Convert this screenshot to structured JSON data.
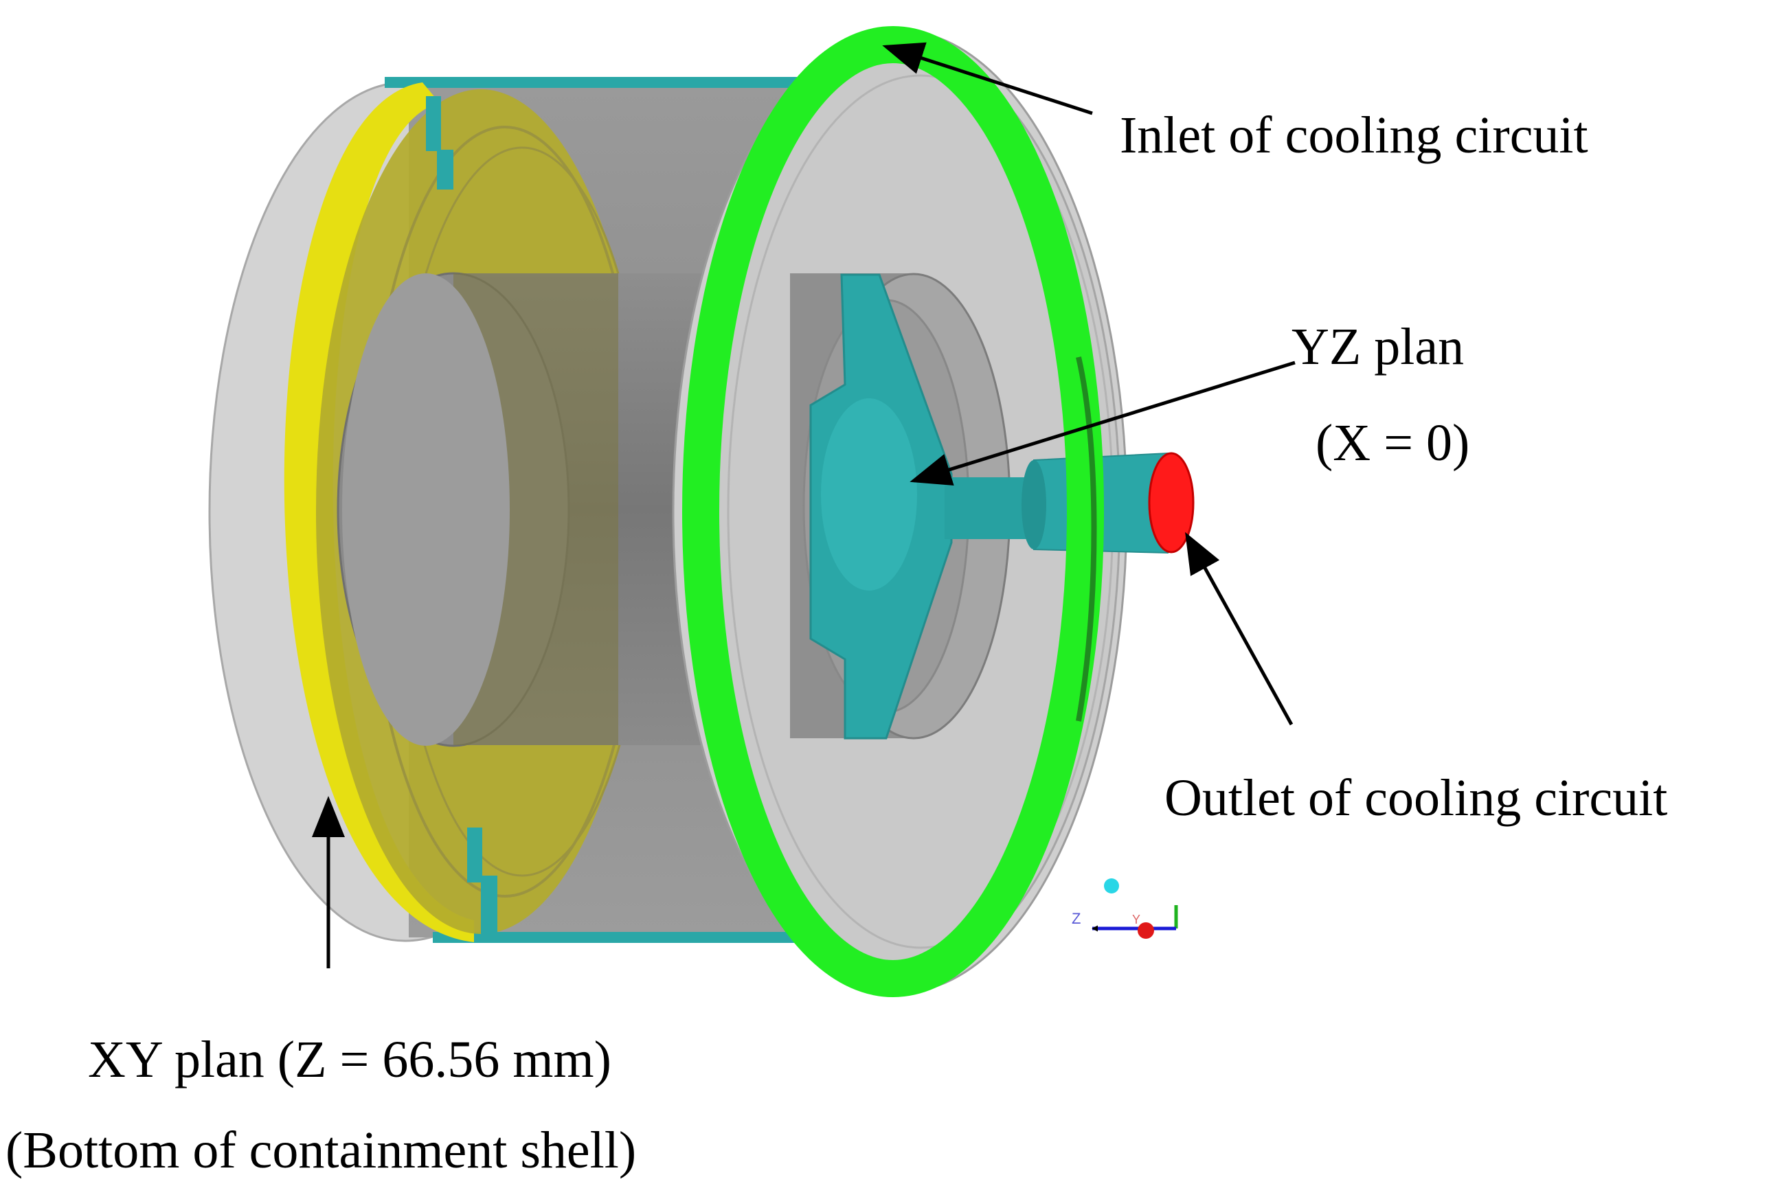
{
  "labels": {
    "inlet": "Inlet of cooling circuit",
    "yz_plan_line1": "YZ plan",
    "yz_plan_line2": "(X = 0)",
    "outlet": "Outlet of cooling circuit",
    "xy_plan_line1": "XY plan (Z = 66.56 mm)",
    "xy_plan_line2": "(Bottom of containment shell)"
  },
  "axis_triad": {
    "labels": [
      "Z",
      "Y"
    ]
  },
  "colors": {
    "inlet_ring": "#22ee22",
    "outlet_face": "#ff1a1a",
    "xy_plane": "#c9c21a",
    "yz_plane": "#2aa7a7",
    "shell_grey": "#bfbfbf",
    "inner_grey": "#8f8f8f"
  }
}
